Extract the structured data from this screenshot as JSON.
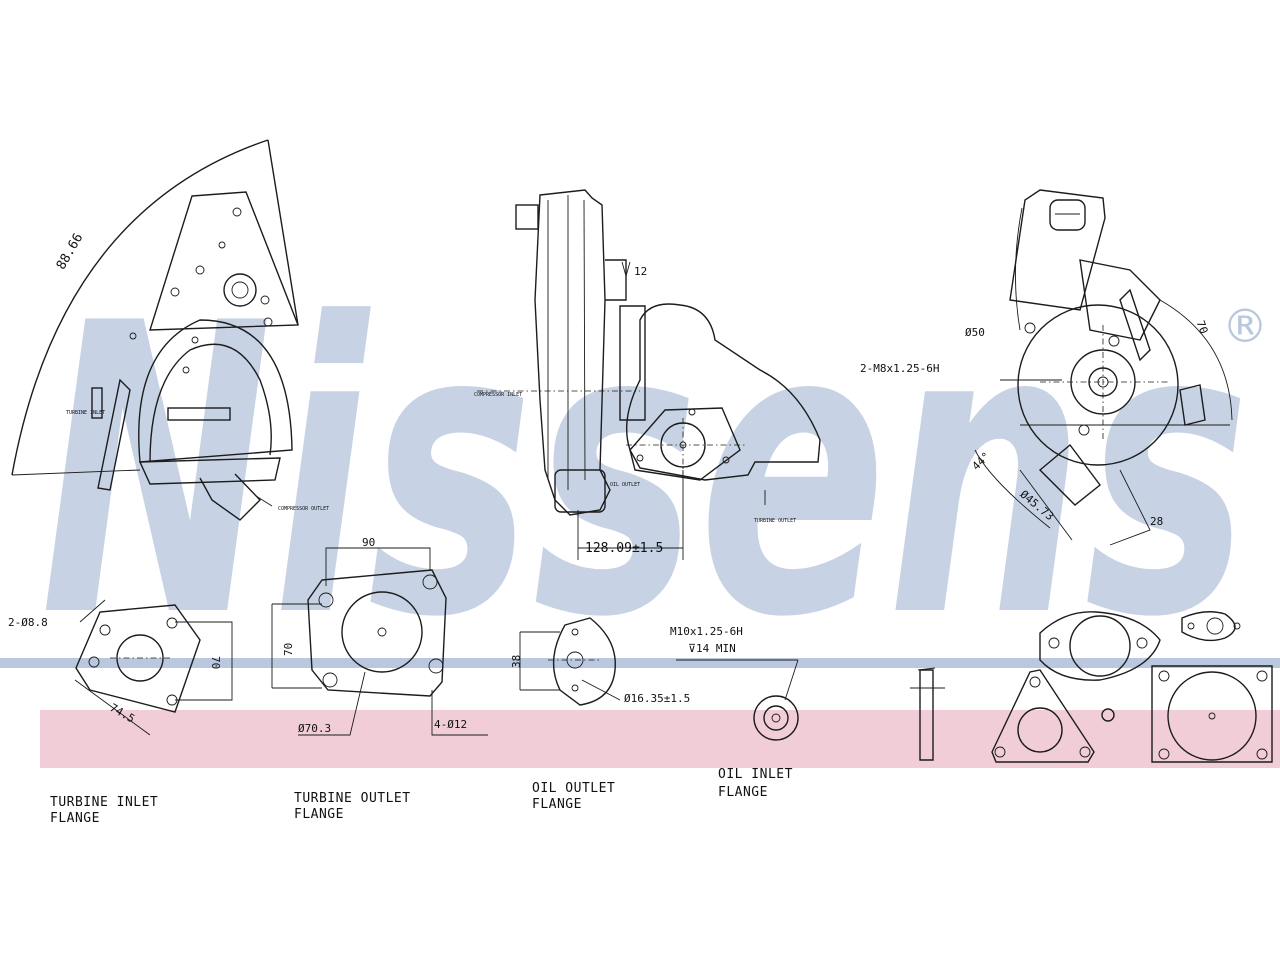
{
  "watermark": {
    "text": "Nissens",
    "mark": "®",
    "color": "#b9c8de"
  },
  "bands": {
    "blue": "#b9c8de",
    "pink": "#f1ced7"
  },
  "dimensions": {
    "d1": "88.66",
    "d2": "128.09±1.5",
    "d3": "Ø50",
    "d4": "2-M8x1.25-6H",
    "d5": "70",
    "d6": "44°",
    "d7": "Ø45.73",
    "d8": "28",
    "d9": "12",
    "e1": "2-Ø8.8",
    "e2": "70",
    "e3": "74.5",
    "e4": "90",
    "e5": "70",
    "e6": "Ø70.3",
    "e7": "4-Ø12",
    "e8": "38",
    "e9": "Ø16.35±1.5",
    "e10": "M10x1.25-6H",
    "e11": "⊽14 MIN"
  },
  "small_labels": {
    "compressor_outlet": "COMPRESSOR OUTLET",
    "turbine_inlet": "TURBINE INLET",
    "compressor_inlet": "COMPRESSOR INLET",
    "oil_outlet": "OIL OUTLET",
    "turbine_outlet": "TURBINE OUTLET"
  },
  "captions": {
    "c1a": "TURBINE INLET",
    "c1b": "FLANGE",
    "c2a": "TURBINE OUTLET",
    "c2b": "FLANGE",
    "c3a": "OIL OUTLET",
    "c3b": "FLANGE",
    "c4a": "OIL INLET",
    "c4b": "FLANGE"
  }
}
